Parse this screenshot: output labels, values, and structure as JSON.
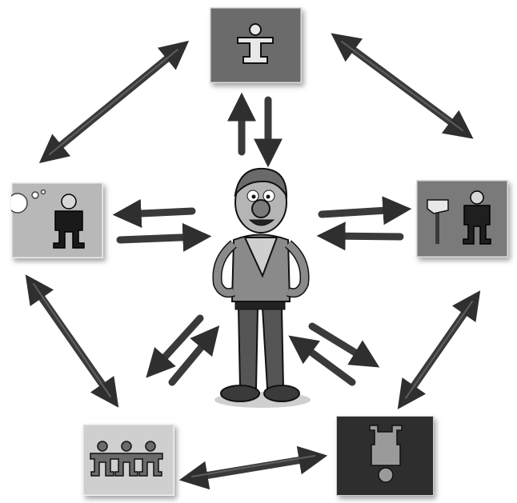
{
  "palette": {
    "card_top": "#6b6b6b",
    "card_left": "#b8b8b8",
    "card_right": "#7a7a7a",
    "card_bottom_left": "#cfcfcf",
    "card_bottom_right": "#2e2e2e",
    "stick": "#3a3a3a",
    "stick_highlight": "#6a6a6a"
  },
  "cards": [
    {
      "position": "top",
      "icon": "person-arms-out-icon"
    },
    {
      "position": "left",
      "icon": "person-thinking-icon"
    },
    {
      "position": "right",
      "icon": "person-with-axe-icon"
    },
    {
      "position": "bottom-left",
      "icon": "people-holding-hands-icon"
    },
    {
      "position": "bottom-right",
      "icon": "person-upside-down-icon"
    }
  ],
  "center": {
    "icon": "scout-boy-icon"
  },
  "arrows": [
    {
      "from": "top",
      "to": "center",
      "kind": "two-way"
    },
    {
      "from": "left",
      "to": "center",
      "kind": "two-way"
    },
    {
      "from": "right",
      "to": "center",
      "kind": "two-way"
    },
    {
      "from": "bottom-left",
      "to": "center",
      "kind": "two-way"
    },
    {
      "from": "bottom-right",
      "to": "center",
      "kind": "two-way"
    },
    {
      "from": "top",
      "to": "left",
      "kind": "double-headed"
    },
    {
      "from": "top",
      "to": "right",
      "kind": "double-headed"
    },
    {
      "from": "left",
      "to": "bottom-left",
      "kind": "double-headed"
    },
    {
      "from": "right",
      "to": "bottom-right",
      "kind": "double-headed"
    },
    {
      "from": "bottom-left",
      "to": "bottom-right",
      "kind": "double-headed"
    }
  ]
}
